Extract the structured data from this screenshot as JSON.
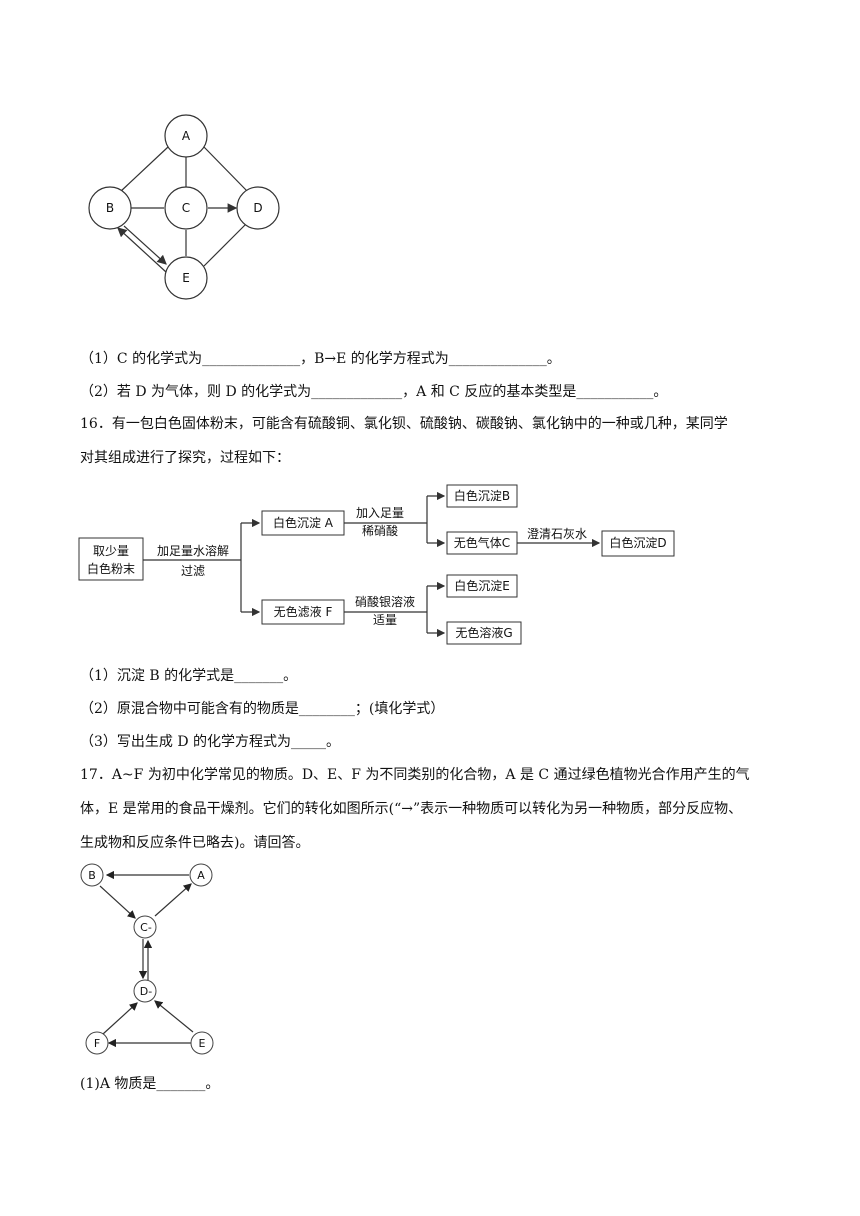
{
  "diagram1": {
    "nodes": {
      "A": "A",
      "B": "B",
      "C": "C",
      "D": "D",
      "E": "E"
    }
  },
  "q15": {
    "p1": "（1）C 的化学式为______________，B→E 的化学方程式为______________。",
    "p2": "（2）若 D 为气体，则 D 的化学式为_____________，A 和 C 反应的基本类型是___________。"
  },
  "q16": {
    "stem1": "16．有一包白色固体粉末，可能含有硫酸铜、氯化钡、硫酸钠、碳酸钠、氯化钠中的一种或几种，某同学",
    "stem2": "对其组成进行了探究，过程如下：",
    "flow": {
      "start_line1": "取少量",
      "start_line2": "白色粉末",
      "step1_line1": "加足量水溶解",
      "step1_line2": "过滤",
      "precipA": "白色沉淀 A",
      "filtrateF": "无色滤液 F",
      "acid_line1": "加入足量",
      "acid_line2": "稀硝酸",
      "precipB": "白色沉淀B",
      "gasC": "无色气体C",
      "limewater": "澄清石灰水",
      "precipD": "白色沉淀D",
      "silver_line1": "硝酸银溶液",
      "silver_line2": "适量",
      "precipE": "白色沉淀E",
      "solutionG": "无色溶液G"
    },
    "a1": "（1）沉淀 B 的化学式是_______。",
    "a2": "（2）原混合物中可能含有的物质是________；(填化学式）",
    "a3": "（3）写出生成 D 的化学方程式为_____。"
  },
  "q17": {
    "stem1": "17．A~F 为初中化学常见的物质。D、E、F 为不同类别的化合物，A 是 C 通过绿色植物光合作用产生的气",
    "stem2": "体，E 是常用的食品干燥剂。它们的转化如图所示(“→”表示一种物质可以转化为另一种物质，部分反应物、",
    "stem3": "生成物和反应条件已略去)。请回答。",
    "nodes": {
      "A": "A",
      "B": "B",
      "C": "C-",
      "D": "D-",
      "E": "E",
      "F": "F"
    },
    "a1": "(1)A 物质是_______。"
  }
}
